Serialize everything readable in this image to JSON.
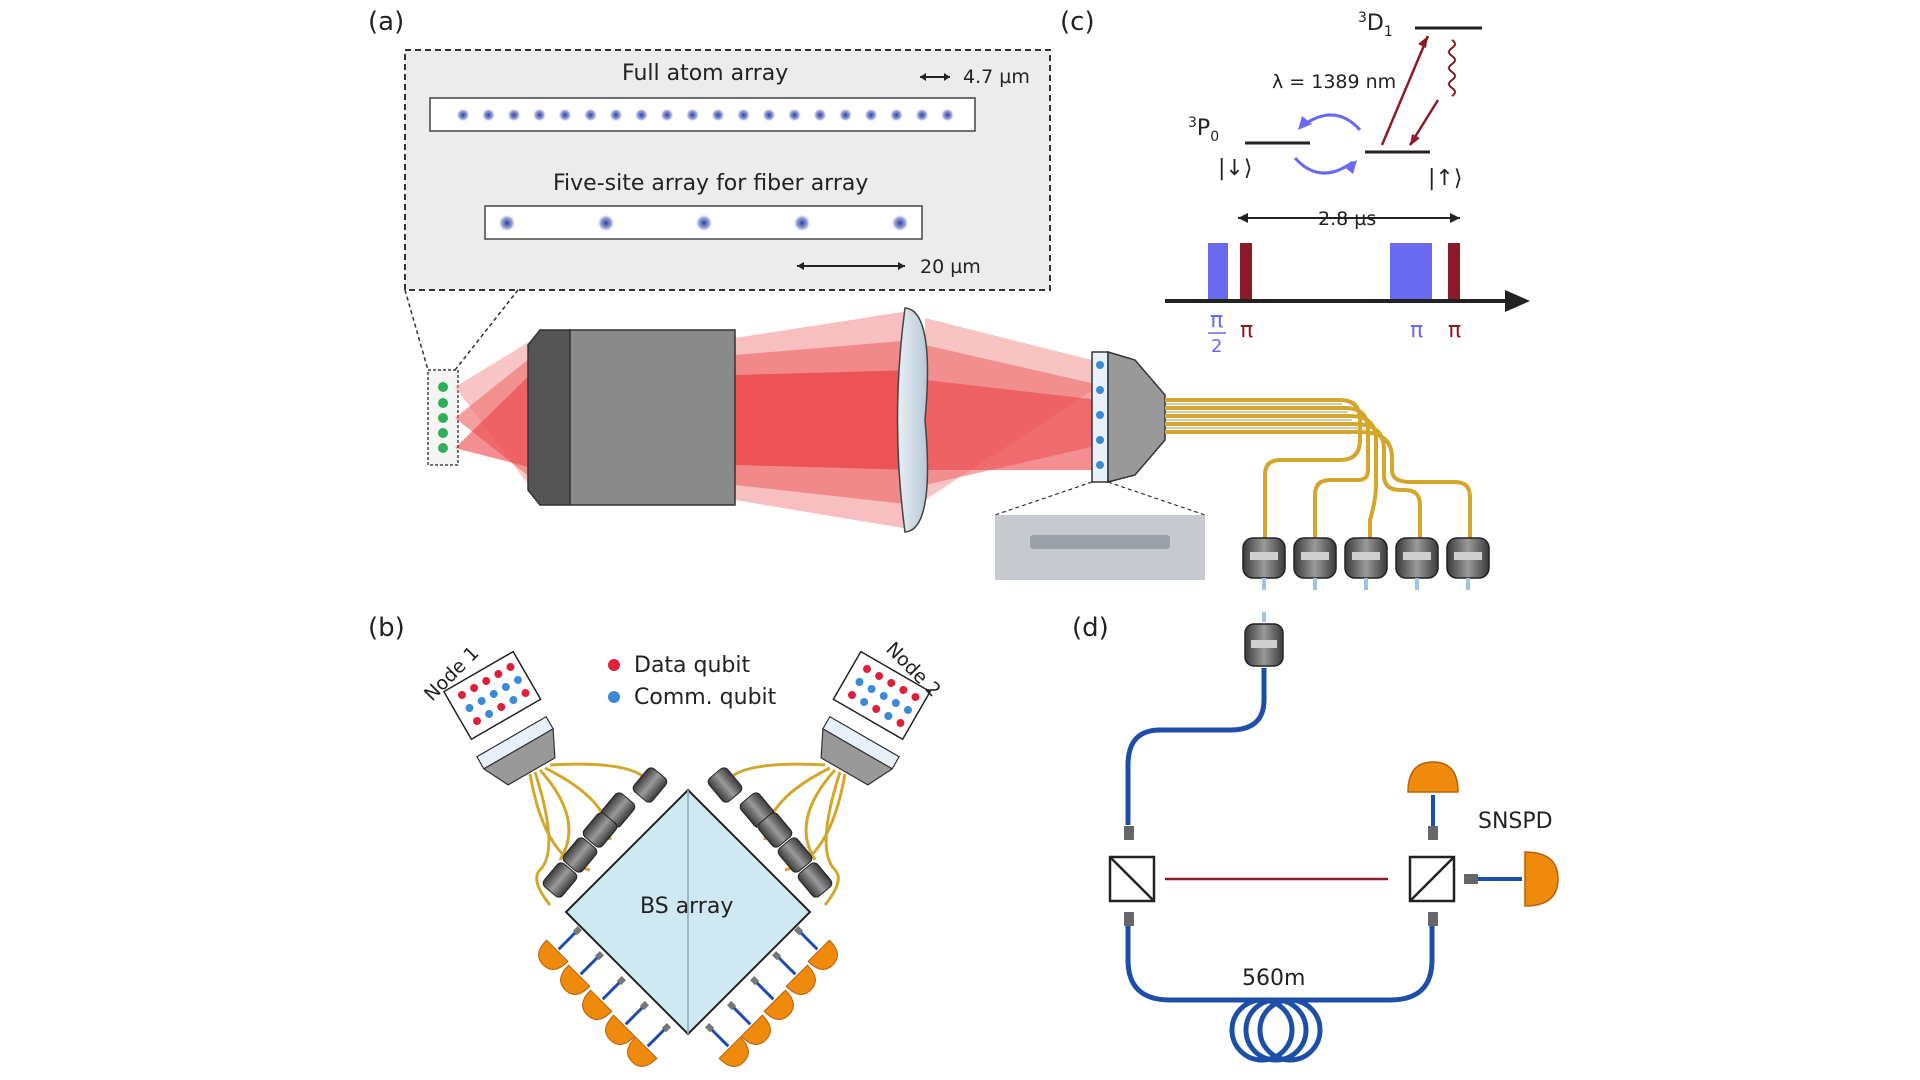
{
  "panels": {
    "a": {
      "label": "(a)",
      "inset": {
        "full_array_title": "Full atom array",
        "full_array_scale": "4.7 µm",
        "five_site_title": "Five-site array for fiber array",
        "five_site_scale": "20 µm"
      }
    },
    "b": {
      "label": "(b)",
      "node1": "Node 1",
      "node2": "Node 2",
      "legend_data": "Data qubit",
      "legend_comm": "Comm. qubit",
      "bs_array": "BS array"
    },
    "c": {
      "label": "(c)",
      "excited_state": "D",
      "excited_state_sup": "3",
      "excited_state_sub": "1",
      "ground_state": "P",
      "ground_state_sup": "3",
      "ground_state_sub": "0",
      "wavelength": "λ = 1389 nm",
      "down_ket": "|↓⟩",
      "up_ket": "|↑⟩",
      "duration": "2.8 µs",
      "pulse1_label": "π",
      "pulse1_den": "2",
      "pulse2_label": "π",
      "pulse3_label": "π",
      "pulse4_label": "π"
    },
    "d": {
      "label": "(d)",
      "detector": "SNSPD",
      "fiber_length": "560m"
    }
  },
  "colors": {
    "laser_red": "#e8232a",
    "fiber_gold": "#d4a72c",
    "blue_pulse": "#6a6af0",
    "red_pulse": "#8b1a2a",
    "detector_orange": "#f08a0c",
    "fiber_blue": "#1e4fa8",
    "data_qubit": "#e0203a",
    "comm_qubit": "#3a8ad8",
    "atom_green": "#2fae5a",
    "bs_fill": "#cfe8f2"
  }
}
